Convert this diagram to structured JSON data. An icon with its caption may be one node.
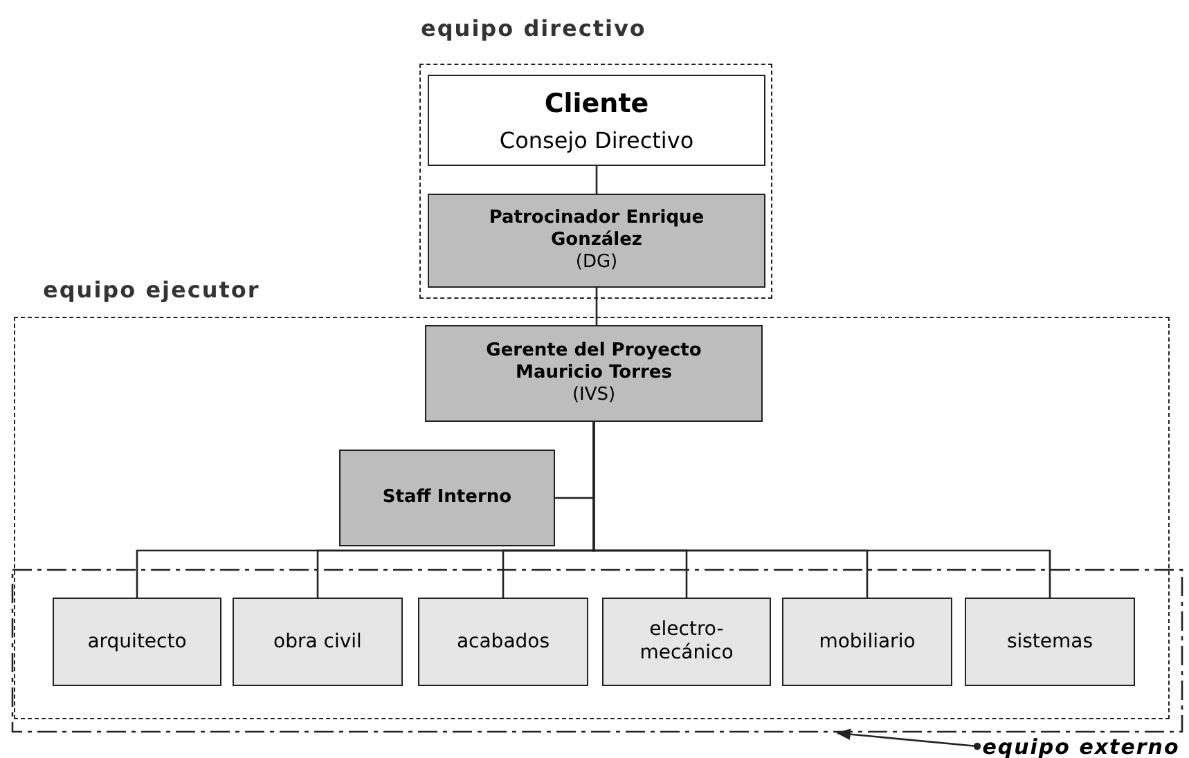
{
  "diagram": {
    "nodes": [
      {
        "text": [
          "equipo directivo"
        ]
      },
      {
        "text": [
          "Cliente",
          "Consejo Directivo"
        ],
        "in": 0
      },
      {
        "text": [
          "Patrocinador Enrique González",
          "(DG)"
        ],
        "in": 0
      },
      {
        "text": [
          "equipo ejecutor"
        ]
      },
      {
        "text": [
          "Gerente del Proyecto Mauricio Torres",
          "(IVS)"
        ],
        "in": 3
      },
      {
        "text": [
          "Staff Interno"
        ],
        "in": 3
      },
      {
        "text": [],
        "shape": "box"
      },
      {
        "text": [
          "arquitecto"
        ],
        "in": 6
      },
      {
        "text": [
          "obra civil"
        ],
        "in": 6
      },
      {
        "text": [
          "acabados"
        ],
        "in": 6
      },
      {
        "text": [
          "electro-mecánico"
        ],
        "in": 6
      },
      {
        "text": [
          "mobiliario"
        ],
        "in": 6
      },
      {
        "text": [
          "sistemas"
        ],
        "in": 6
      },
      {
        "text": [
          "equipo externo"
        ]
      }
    ],
    "edges": [
      {
        "from": 1,
        "to": 2,
        "arrow": "none"
      },
      {
        "from": 2,
        "to": 4,
        "arrow": "none"
      },
      {
        "from": 4,
        "to": 5,
        "arrow": "none"
      },
      {
        "from": 4,
        "to": 7,
        "arrow": "none"
      },
      {
        "from": 4,
        "to": 8,
        "arrow": "none"
      },
      {
        "from": 4,
        "to": 9,
        "arrow": "none"
      },
      {
        "from": 4,
        "to": 10,
        "arrow": "none"
      },
      {
        "from": 4,
        "to": 11,
        "arrow": "none"
      },
      {
        "from": 4,
        "to": 12,
        "arrow": "none"
      },
      {
        "from": 13,
        "to": 6,
        "arrow": "to"
      }
    ]
  }
}
